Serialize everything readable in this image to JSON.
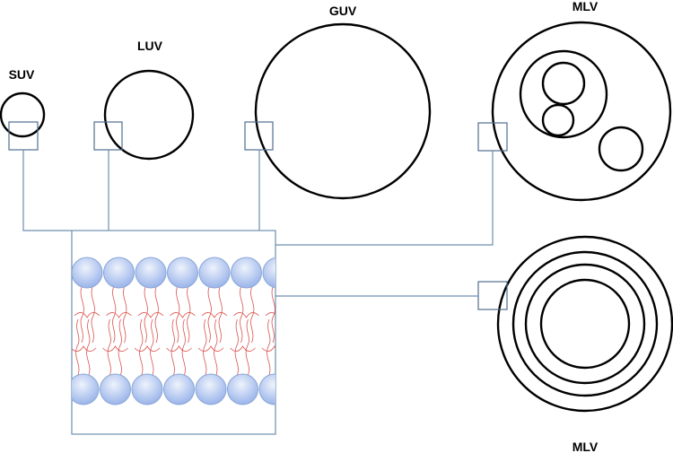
{
  "labels": {
    "suv": "SUV",
    "luv": "LUV",
    "guv": "GUV",
    "mlv_top": "MLV",
    "mlv_bottom": "MLV"
  },
  "colors": {
    "outline": "#000000",
    "connector": "#6f8fb0",
    "head_fill_top": "#e8eefb",
    "head_fill_bottom": "#9fb8ec",
    "tail": "#d9534f"
  },
  "icons": {
    "vesicle": "circle-outline",
    "bilayer_head": "phospholipid-head",
    "bilayer_tail": "lipid-tail"
  }
}
